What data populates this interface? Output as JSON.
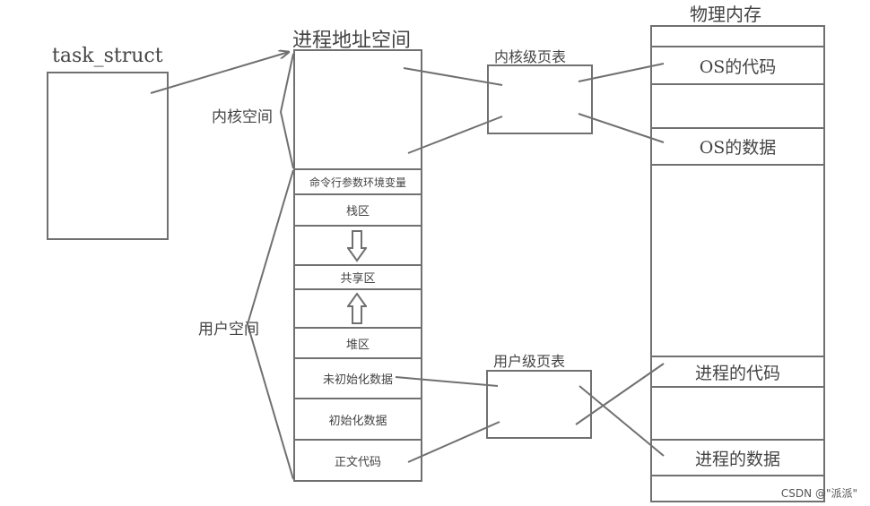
{
  "task_struct": {
    "title": "task_struct"
  },
  "address_space": {
    "title": "进程地址空间",
    "kernel_label": "内核空间",
    "user_label": "用户空间",
    "segments": {
      "args_env": "命令行参数环境变量",
      "stack": "栈区",
      "shared": "共享区",
      "heap": "堆区",
      "bss": "未初始化数据",
      "data": "初始化数据",
      "text": "正文代码"
    }
  },
  "page_tables": {
    "kernel": "内核级页表",
    "user": "用户级页表"
  },
  "physical_memory": {
    "title": "物理内存",
    "os_code": "OS的代码",
    "os_data": "OS的数据",
    "proc_code": "进程的代码",
    "proc_data": "进程的数据"
  },
  "watermark": "CSDN @\"派派\"",
  "colors": {
    "stroke": "#707070",
    "text": "#444444"
  },
  "icons": {
    "down_arrow": "hollow-down-arrow",
    "up_arrow": "hollow-up-arrow"
  }
}
